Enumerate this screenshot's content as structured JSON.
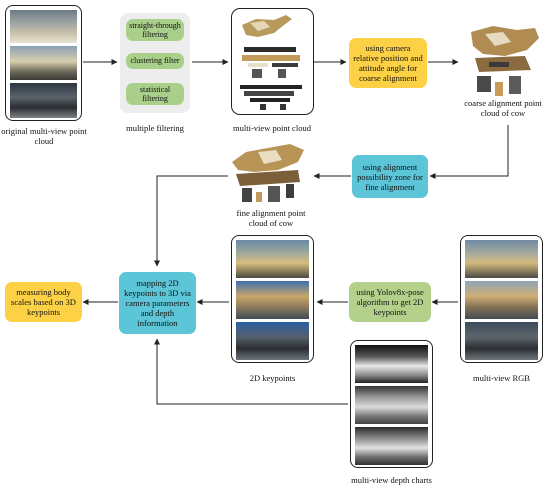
{
  "captions": {
    "original": "original multi-view point cloud",
    "filtering": "multiple filtering",
    "multiview_cloud": "multi-view point cloud",
    "coarse": "coarse alignment point cloud of cow",
    "fine": "fine alignment point cloud of cow",
    "keypoints2d": "2D keypoints",
    "rgb": "multi-view RGB",
    "depth": "multi-view depth charts"
  },
  "filters": [
    "straight-through filtering",
    "clustering filter",
    "statistical filtering"
  ],
  "boxes": {
    "coarse_method": "using camera relative position and attitude angle for coarse alignment",
    "fine_method": "using alignment possibility zone for fine alignment",
    "yolo": "using Yolov8x-pose algorithm to get 2D keypoints",
    "mapping": "mapping 2D keypoints to 3D via camera parameters and depth information",
    "measuring": "measuring body scales based on 3D keypoints"
  },
  "colors": {
    "yellow": "#fcd145",
    "cyan": "#5cc5d7",
    "green": "#b3d18a",
    "filter_panel": "#ededed",
    "arrow": "#222222"
  }
}
